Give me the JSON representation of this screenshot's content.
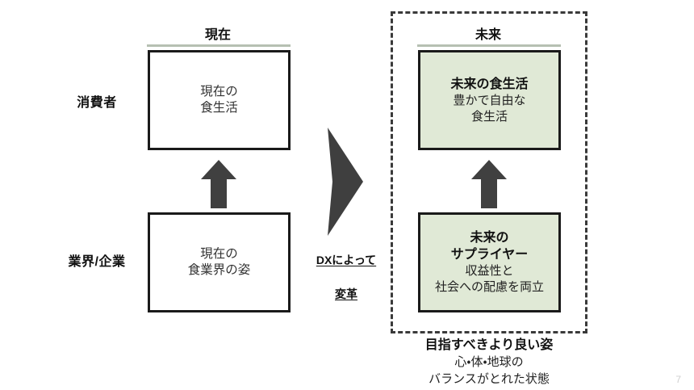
{
  "slide": {
    "page_number": "7",
    "background_color": "#ffffff"
  },
  "colors": {
    "box_border": "#1a1a1a",
    "green_fill": "#e0e9d6",
    "rule": "#b6c0b2",
    "arrow": "#404040",
    "dashed_frame": "#3a3a3a"
  },
  "row_labels": {
    "consumer": "消費者",
    "industry": "業界/企業"
  },
  "columns": {
    "present": {
      "heading": "現在"
    },
    "future": {
      "heading": "未来"
    }
  },
  "boxes": {
    "present_consumer": {
      "title": "",
      "body": "現在の\n食生活"
    },
    "present_industry": {
      "title": "",
      "body": "現在の\n食業界の姿"
    },
    "future_consumer": {
      "title": "未来の食生活",
      "body": "豊かで自由な\n食生活"
    },
    "future_industry": {
      "title": "未来の\nサプライヤー",
      "body": "収益性と\n社会への配慮を両立"
    }
  },
  "transform": {
    "caption_line1": "DXによって",
    "caption_line2": "変革"
  },
  "goal_caption": {
    "headline": "目指すべきより良い姿",
    "sub": "心・体・地球の\nバランスがとれた状態"
  },
  "icons": {
    "up_arrow": "up-arrow-icon",
    "right_arrow": "right-arrow-icon"
  }
}
